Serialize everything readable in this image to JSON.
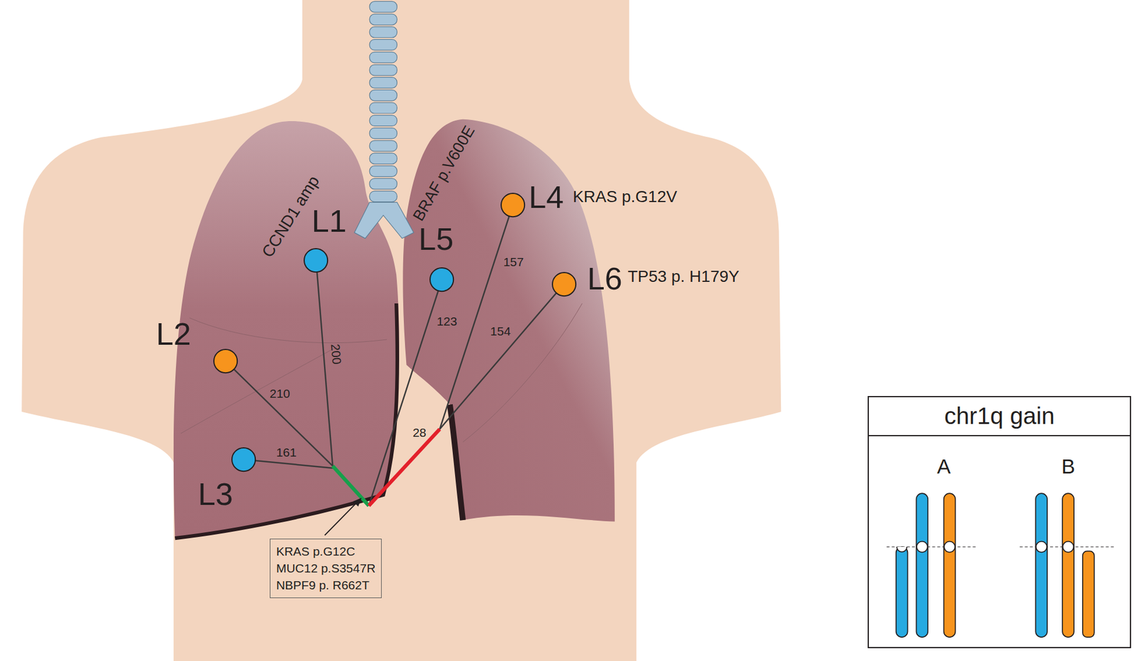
{
  "diagram": {
    "nodes": [
      {
        "text": [
          "L1",
          "CCND1 amp"
        ]
      },
      {
        "text": [
          "L2"
        ]
      },
      {
        "text": [
          "L3"
        ]
      },
      {
        "text": [
          "L4",
          "KRAS p.G12V"
        ]
      },
      {
        "text": [
          "L5",
          "BRAF p.V600E"
        ]
      },
      {
        "text": [
          "L6",
          "TP53 p. H179Y"
        ]
      },
      {
        "text": [
          "KRAS p.G12C",
          "MUC12 p.S3547R",
          "NBPF9 p. R662T"
        ]
      },
      {
        "text": [
          "chr1q gain"
        ]
      }
    ],
    "labels": [
      "200",
      "210",
      "161",
      "123",
      "157",
      "154",
      "28",
      "A",
      "B"
    ]
  }
}
